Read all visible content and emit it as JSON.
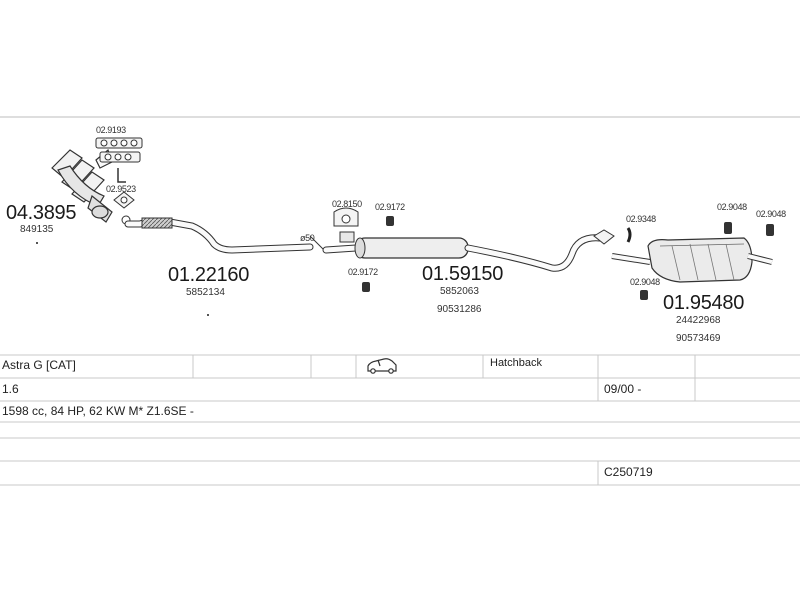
{
  "diagram": {
    "parts": [
      {
        "id": "p1",
        "number": "04.3895",
        "ref": "849135"
      },
      {
        "id": "p2",
        "number": "01.22160",
        "ref": "5852134"
      },
      {
        "id": "p3",
        "number": "01.59150",
        "refs": [
          "5852063",
          "90531286"
        ]
      },
      {
        "id": "p4",
        "number": "01.95480",
        "refs": [
          "24422968",
          "90573469"
        ]
      }
    ],
    "fittings": [
      "02.9193",
      "02.9523",
      "02.8150",
      "02.9172",
      "02.9172",
      "02.9348",
      "02.9048",
      "02.9048",
      "02.9048"
    ],
    "diameter_label": "ø50"
  },
  "table": {
    "row1": {
      "model": "Astra G  [CAT]",
      "vehicle_icon": "car-icon",
      "body": "Hatchback"
    },
    "row2": {
      "engine": "1.6",
      "date": "09/00 -"
    },
    "row3": {
      "spec": "1598 cc, 84 HP, 62 KW  M* Z1.6SE -"
    },
    "row4": {},
    "row5": {
      "code": "C250719"
    }
  }
}
